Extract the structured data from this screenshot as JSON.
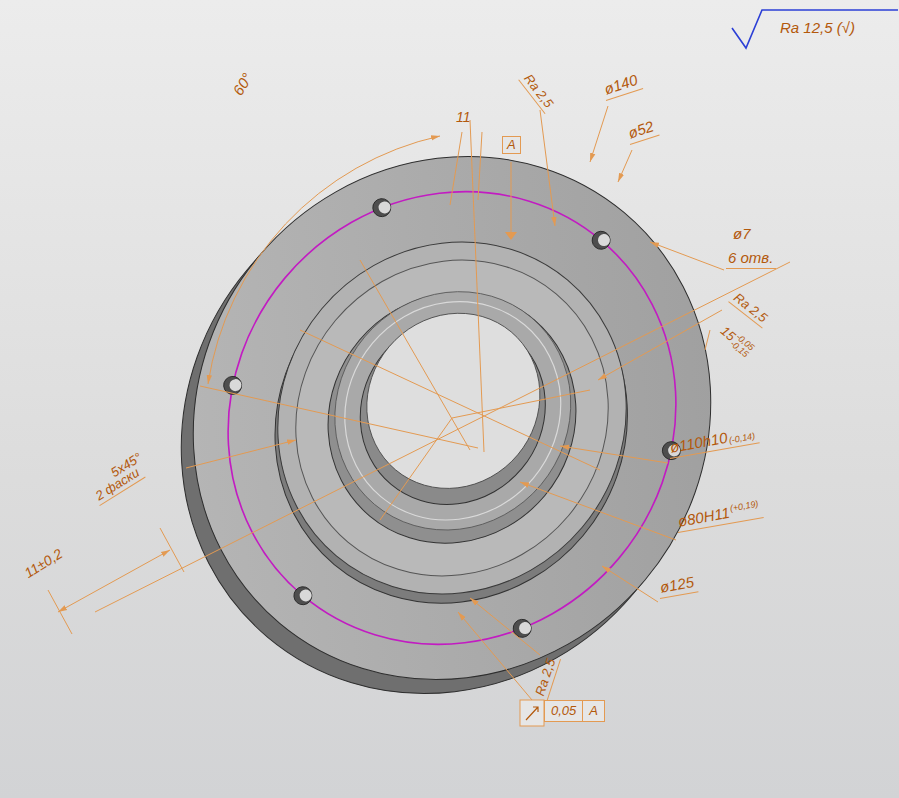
{
  "diagram": {
    "labels": [
      "Ra 12,5 (√)",
      "Ra 2,5",
      "ø140",
      "ø52",
      "11",
      "A",
      "60°",
      "ø7",
      "6 отв.",
      "Ra 2,5",
      "15",
      "-0,05",
      "-0,15",
      "ø110h10",
      "(-0,14)",
      "ø80H11",
      "(+0,19)",
      "ø125",
      "Ra 2,5",
      "0,05",
      "A",
      "5х45°",
      "2 фаски",
      "11±0,2"
    ]
  }
}
